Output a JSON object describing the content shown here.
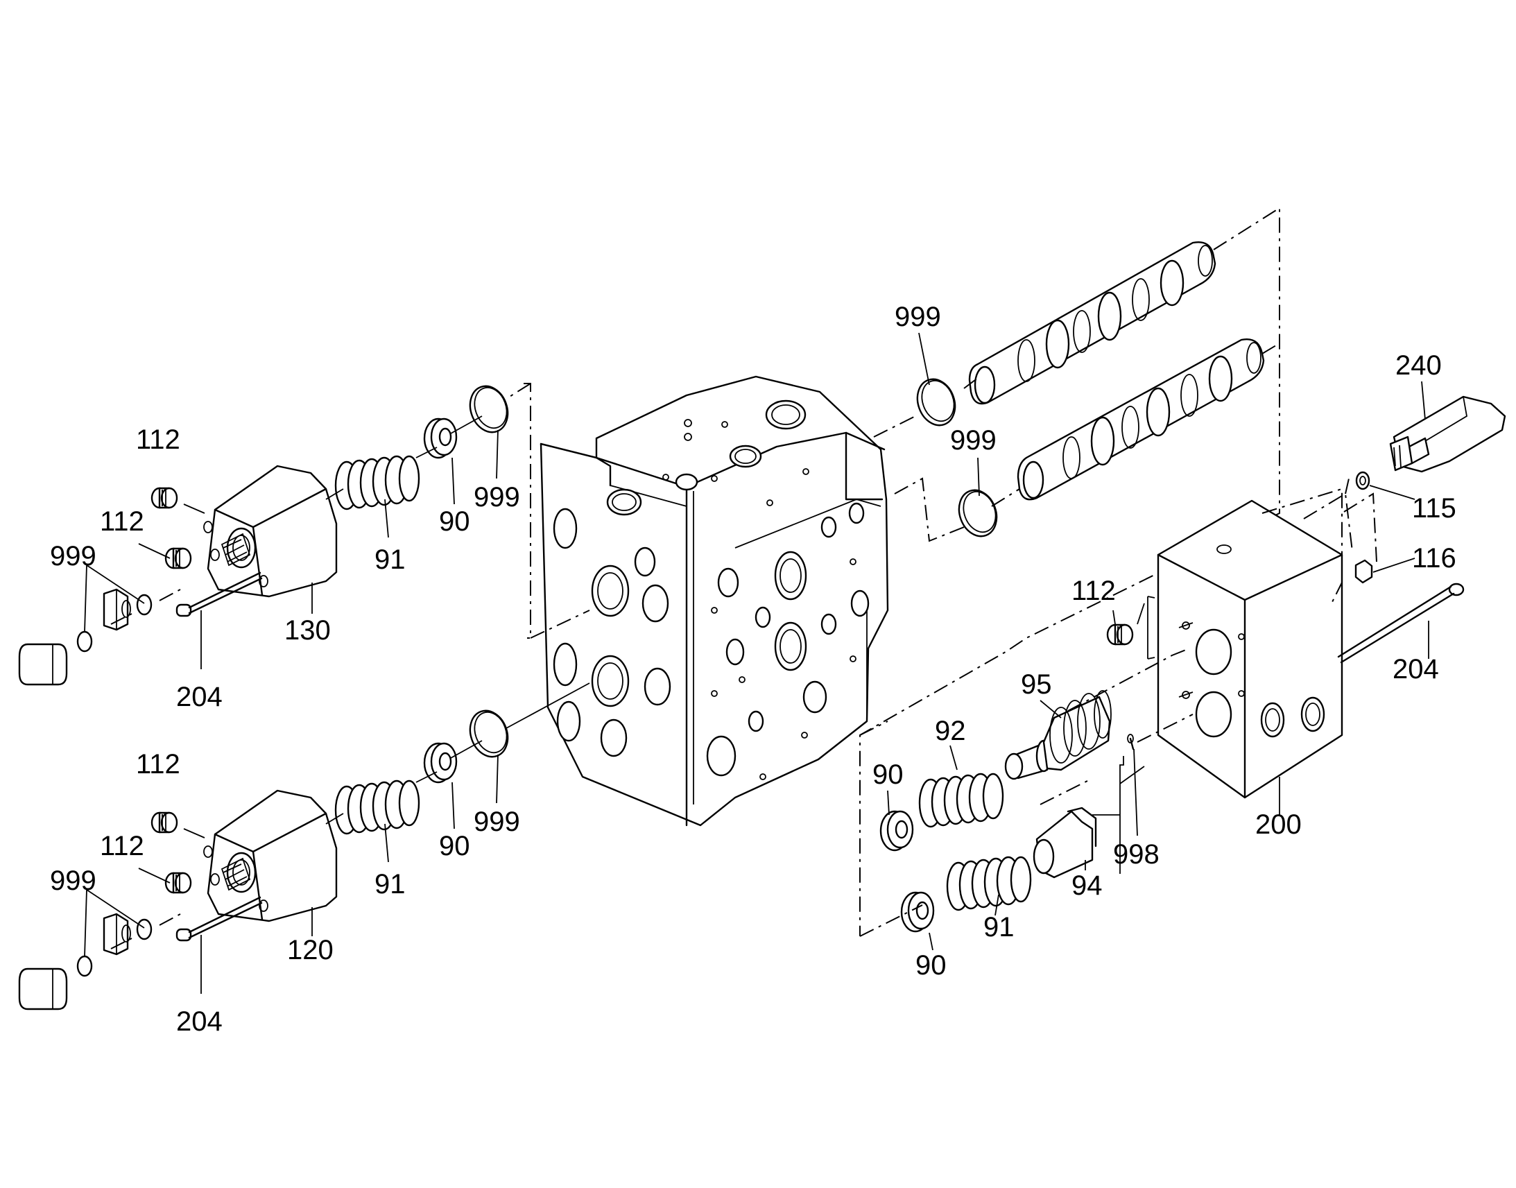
{
  "labels": {
    "l999_top_right": "999",
    "l999_mid_right": "999",
    "l240": "240",
    "l115": "115",
    "l116": "116",
    "l112_right": "112",
    "l204_right": "204",
    "l95": "95",
    "l92": "92",
    "l90_right_top": "90",
    "l200": "200",
    "l998": "998",
    "l94": "94",
    "l91_right": "91",
    "l90_right_bottom": "90",
    "l112_a": "112",
    "l112_b": "112",
    "l999_a": "999",
    "l130": "130",
    "l204_a": "204",
    "l91_a": "91",
    "l90_a": "90",
    "l999_c": "999",
    "l112_c": "112",
    "l112_d": "112",
    "l999_b": "999",
    "l120": "120",
    "l204_b": "204",
    "l91_b": "91",
    "l90_b": "90",
    "l999_d": "999"
  }
}
